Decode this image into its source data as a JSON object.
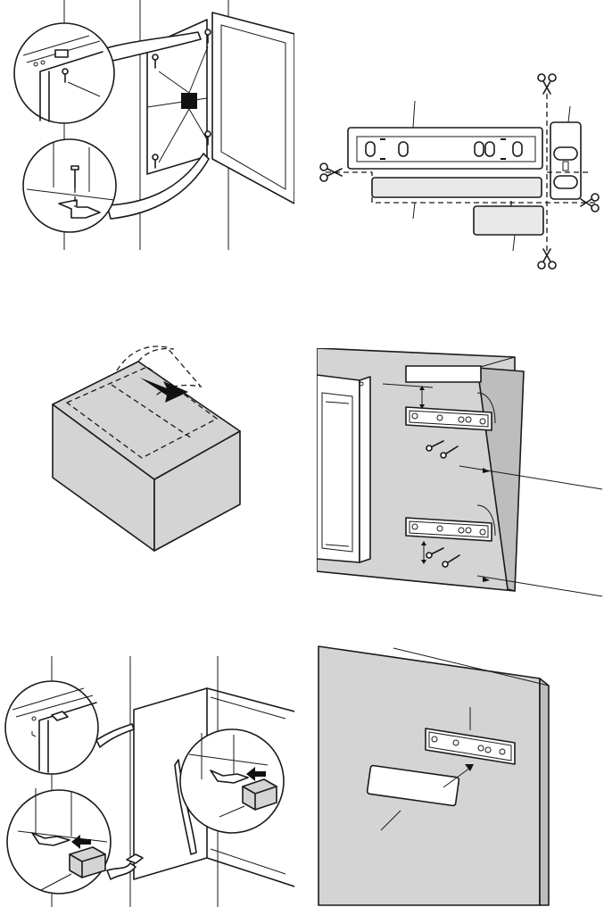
{
  "figures": [
    {
      "id": "fig-hinge-screws",
      "note": ""
    },
    {
      "id": "fig-template-cutting",
      "note": ""
    },
    {
      "id": "fig-box-tape-removal",
      "note": ""
    },
    {
      "id": "fig-bracket-mounting",
      "note": ""
    },
    {
      "id": "fig-door-stoppers",
      "note": ""
    },
    {
      "id": "fig-panel-bracket",
      "note": ""
    }
  ],
  "colors": {
    "line": "#1a1a1a",
    "panel_gray": "#d4d4d4",
    "dark_gray": "#bdbdbd",
    "white": "#ffffff",
    "marker": "#111111"
  }
}
